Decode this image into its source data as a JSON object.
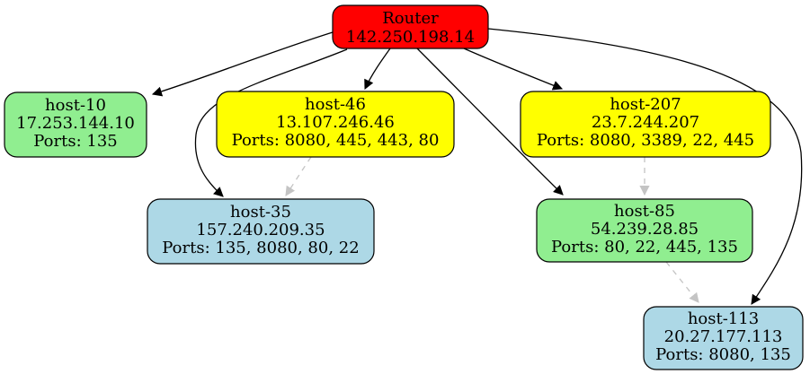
{
  "diagram": {
    "kind": "network-topology-graph",
    "background": "#ffffff",
    "edge_colors": {
      "solid": "#000000",
      "dashed": "#c4c4c4"
    },
    "nodes": [
      {
        "id": "router",
        "fill": "#ff0000",
        "lines": [
          "Router",
          "142.250.198.14"
        ]
      },
      {
        "id": "host-10",
        "fill": "#90ee90",
        "lines": [
          "host-10",
          "17.253.144.10",
          "Ports: 135"
        ]
      },
      {
        "id": "host-46",
        "fill": "#ffff00",
        "lines": [
          "host-46",
          "13.107.246.46",
          "Ports: 8080, 445, 443, 80"
        ]
      },
      {
        "id": "host-207",
        "fill": "#ffff00",
        "lines": [
          "host-207",
          "23.7.244.207",
          "Ports: 8080, 3389, 22, 445"
        ]
      },
      {
        "id": "host-35",
        "fill": "#add8e6",
        "lines": [
          "host-35",
          "157.240.209.35",
          "Ports: 135, 8080, 80, 22"
        ]
      },
      {
        "id": "host-85",
        "fill": "#90ee90",
        "lines": [
          "host-85",
          "54.239.28.85",
          "Ports: 80, 22, 445, 135"
        ]
      },
      {
        "id": "host-113",
        "fill": "#add8e6",
        "lines": [
          "host-113",
          "20.27.177.113",
          "Ports: 8080, 135"
        ]
      }
    ],
    "edges": [
      {
        "from": "router",
        "to": "host-10",
        "style": "solid"
      },
      {
        "from": "router",
        "to": "host-46",
        "style": "solid"
      },
      {
        "from": "router",
        "to": "host-207",
        "style": "solid"
      },
      {
        "from": "router",
        "to": "host-35",
        "style": "solid"
      },
      {
        "from": "router",
        "to": "host-85",
        "style": "solid"
      },
      {
        "from": "router",
        "to": "host-113",
        "style": "solid"
      },
      {
        "from": "host-46",
        "to": "host-35",
        "style": "dashed"
      },
      {
        "from": "host-207",
        "to": "host-85",
        "style": "dashed"
      },
      {
        "from": "host-85",
        "to": "host-113",
        "style": "dashed"
      }
    ]
  }
}
